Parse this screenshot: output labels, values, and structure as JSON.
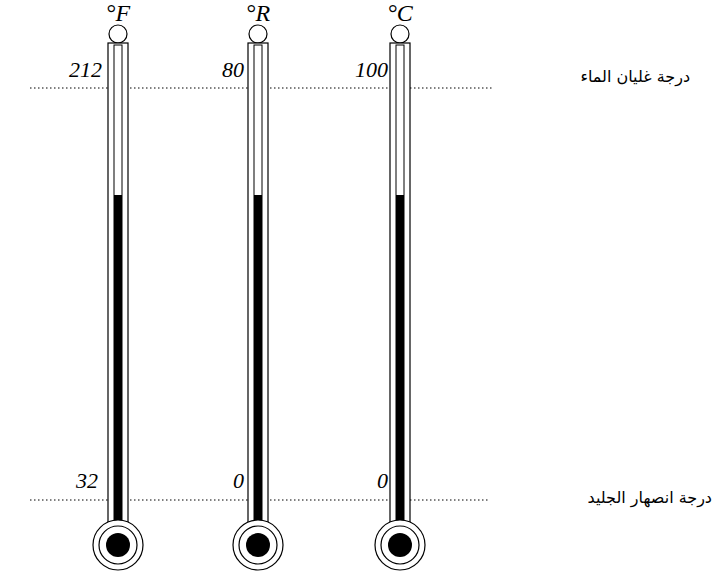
{
  "diagram": {
    "labels": [
      "°F",
      "°R",
      "°C",
      "212",
      "80",
      "100",
      "درجة غليان الماء",
      "32",
      "0",
      "0",
      "درجة انصهار الجليد"
    ]
  }
}
